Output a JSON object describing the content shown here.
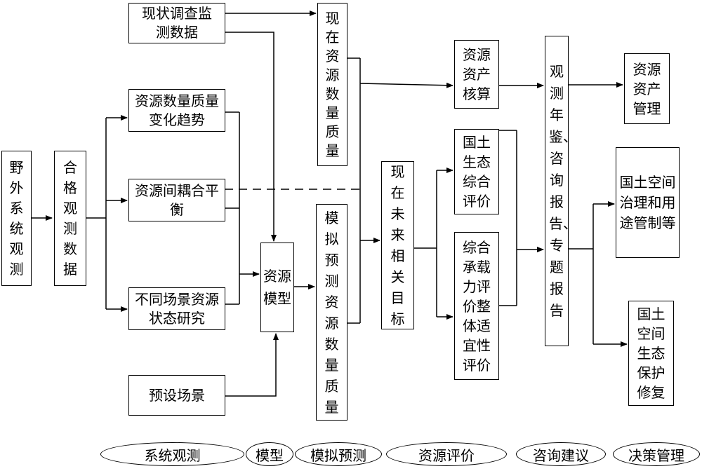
{
  "nodes": {
    "field_obs": "野外系统观测",
    "qualified_data": "合格观测数据",
    "survey_data": "现状调查监测数据",
    "quantity_trend": "资源数量质量变化趋势",
    "coupling_balance": "资源间耦合平衡",
    "scenario_study": "不同场景资源状态研究",
    "preset_scenario": "预设场景",
    "resource_model": "资源模型",
    "current_quantity": "现在资源数量质量",
    "simulated_quantity": "模拟预测资源数量质量",
    "current_future_targets": "现在未来相关目标",
    "asset_accounting": "资源资产核算",
    "ecological_eval": "国土生态综合评价",
    "capacity_eval": "综合承载力评价整体适宜性评价",
    "yearbook_report": "观测年鉴、咨询报告、专题报告",
    "asset_management": "资源资产管理",
    "spatial_governance": "国土空间治理和用途管制等",
    "eco_restoration": "国土空间生态保护修复"
  },
  "stages": {
    "system_observation": "系统观测",
    "model": "模型",
    "simulation": "模拟预测",
    "evaluation": "资源评价",
    "consulting": "咨询建议",
    "decision": "决策管理"
  }
}
